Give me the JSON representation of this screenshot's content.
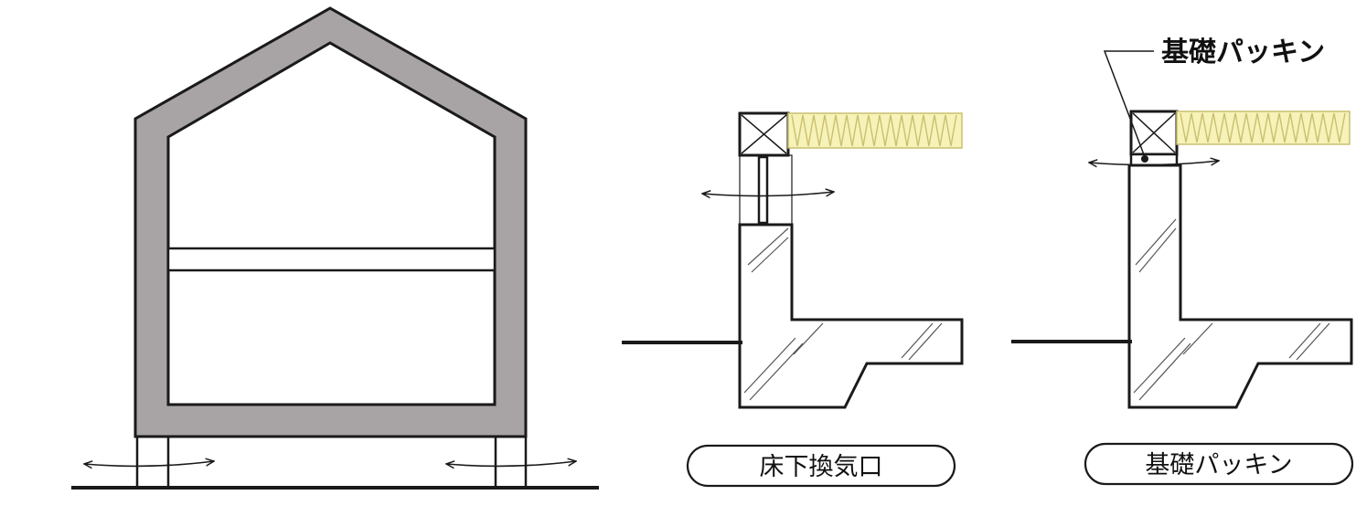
{
  "colors": {
    "wall": "#a8a3a4",
    "line": "#1a1a1a",
    "insulation": "#f6f2b8",
    "insulation_stroke": "#c9c070",
    "background": "#ffffff"
  },
  "panels": {
    "house": {},
    "vent": {
      "caption": "床下換気口"
    },
    "packing": {
      "caption": "基礎パッキン",
      "callout": "基礎パッキン"
    }
  }
}
